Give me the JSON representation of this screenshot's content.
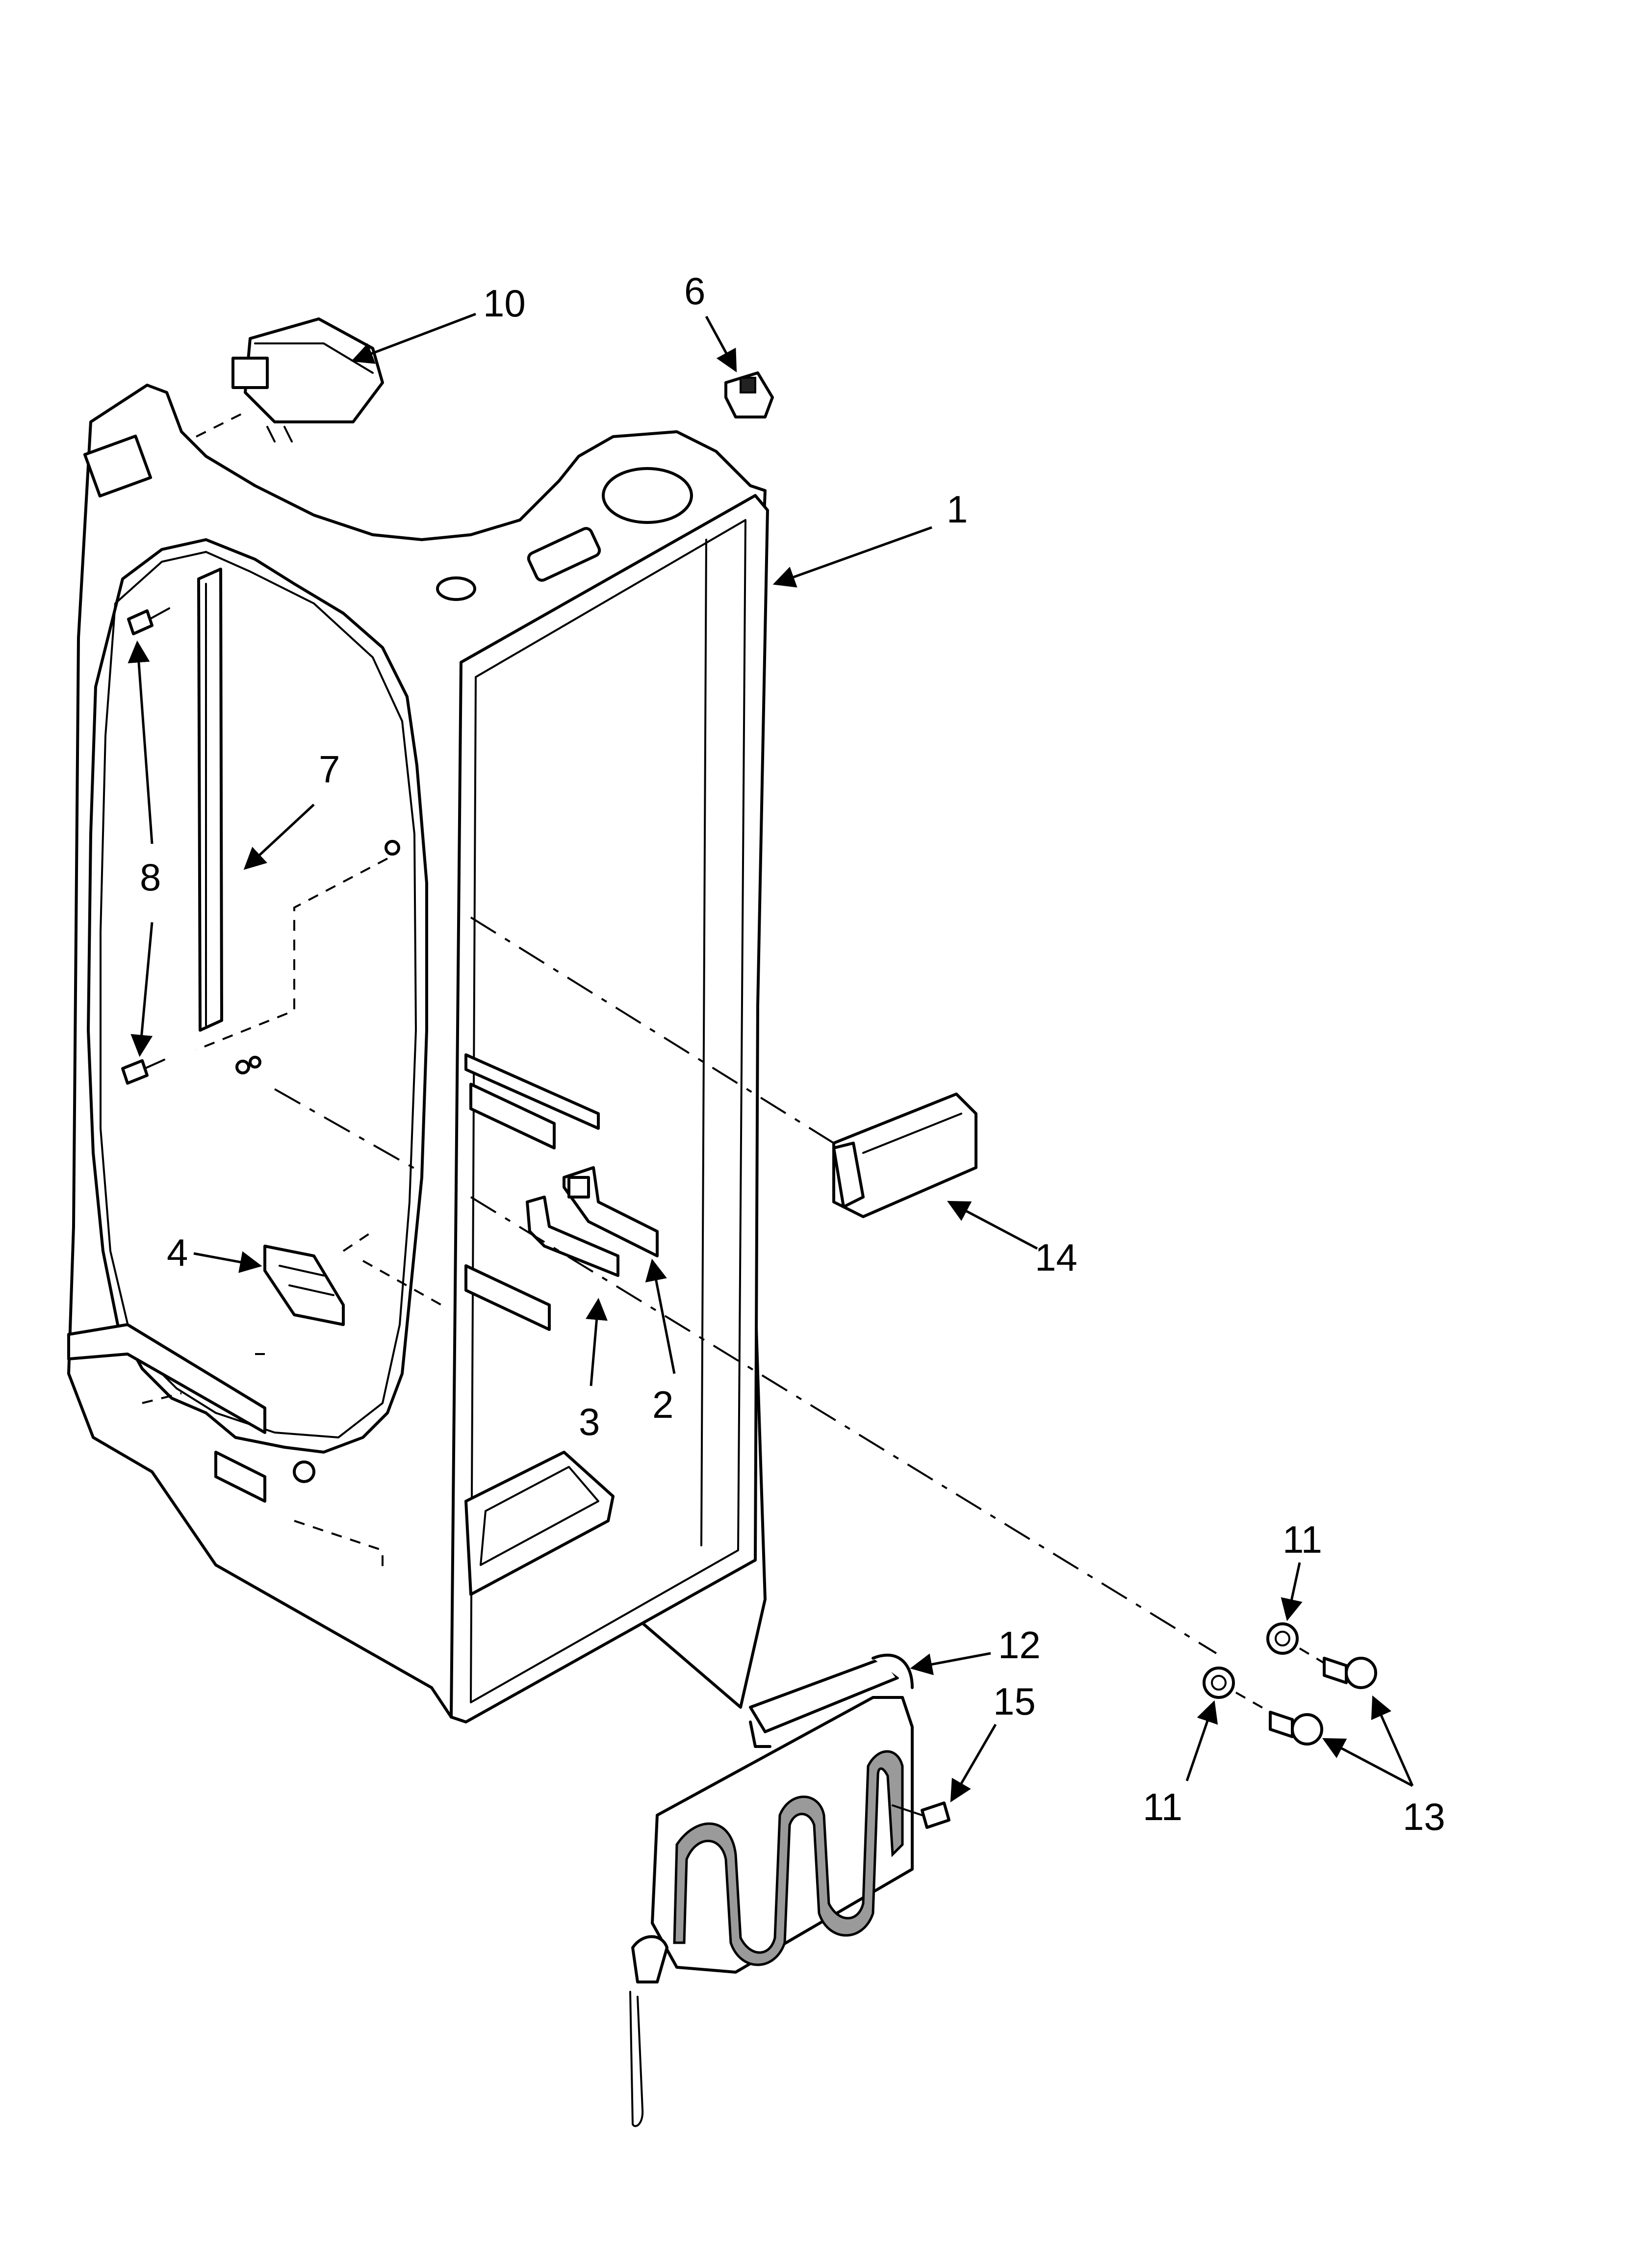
{
  "callouts": {
    "c1": "1",
    "c2": "2",
    "c3": "3",
    "c4": "4",
    "c6": "6",
    "c7": "7",
    "c8": "8",
    "c10": "10",
    "c11a": "11",
    "c11b": "11",
    "c12": "12",
    "c13": "13",
    "c14": "14",
    "c15": "15"
  }
}
